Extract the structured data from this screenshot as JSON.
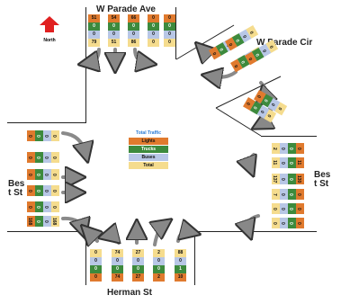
{
  "streets": {
    "north": "W Parade Ave",
    "northeast": "W Parade Cir",
    "east": "Best St",
    "west": "Best St",
    "south": "Herman St"
  },
  "north_label": "North",
  "legend": {
    "title": "Total Traffic",
    "items": [
      {
        "label": "Lights",
        "color": "#e07a2e"
      },
      {
        "label": "Trucks",
        "color": "#3d8a3d"
      },
      {
        "label": "Buses",
        "color": "#b8c7e6"
      },
      {
        "label": "Total",
        "color": "#f5dc8e"
      }
    ]
  },
  "approaches": {
    "north": [
      {
        "lights": "51",
        "trucks": "0",
        "buses": "0",
        "total": "79"
      },
      {
        "lights": "54",
        "trucks": "0",
        "buses": "0",
        "total": "51"
      },
      {
        "lights": "66",
        "trucks": "0",
        "buses": "0",
        "total": "86"
      },
      {
        "lights": "0",
        "trucks": "0",
        "buses": "0",
        "total": "0"
      },
      {
        "lights": "0",
        "trucks": "0",
        "buses": "0",
        "total": "0"
      }
    ],
    "south": [
      {
        "lights": "0",
        "trucks": "0",
        "buses": "0",
        "total": "0"
      },
      {
        "lights": "74",
        "trucks": "0",
        "buses": "0",
        "total": "74"
      },
      {
        "lights": "27",
        "trucks": "0",
        "buses": "0",
        "total": "27"
      },
      {
        "lights": "2",
        "trucks": "0",
        "buses": "0",
        "total": "2"
      },
      {
        "lights": "10",
        "trucks": "1",
        "buses": "0",
        "total": "88"
      }
    ],
    "west": [
      {
        "lights": "0",
        "trucks": "0",
        "buses": "0",
        "total": "0"
      },
      {
        "lights": "0",
        "trucks": "0",
        "buses": "0",
        "total": "0"
      },
      {
        "lights": "0",
        "trucks": "0",
        "buses": "0",
        "total": "0"
      },
      {
        "lights": "0",
        "trucks": "0",
        "buses": "0",
        "total": "0"
      },
      {
        "lights": "0",
        "trucks": "0",
        "buses": "0",
        "total": "0"
      },
      {
        "lights": "168",
        "trucks": "0",
        "buses": "0",
        "total": "168"
      },
      {
        "lights": "130",
        "trucks": "0",
        "buses": "0",
        "total": "130"
      }
    ],
    "east": [
      {
        "lights": "0",
        "trucks": "0",
        "buses": "0",
        "total": "2"
      },
      {
        "lights": "11",
        "trucks": "0",
        "buses": "0",
        "total": "11"
      },
      {
        "lights": "130",
        "trucks": "0",
        "buses": "0",
        "total": "137"
      },
      {
        "lights": "0",
        "trucks": "0",
        "buses": "0",
        "total": "7"
      },
      {
        "lights": "0",
        "trucks": "0",
        "buses": "0",
        "total": "0"
      },
      {
        "lights": "0",
        "trucks": "0",
        "buses": "0",
        "total": "0"
      }
    ],
    "northeast": [
      {
        "lights": "0",
        "trucks": "0",
        "buses": "0",
        "total": "0"
      },
      {
        "lights": "0",
        "trucks": "0",
        "buses": "0",
        "total": "0"
      },
      {
        "lights": "0",
        "trucks": "0",
        "buses": "0",
        "total": "0"
      },
      {
        "lights": "0",
        "trucks": "0",
        "buses": "0",
        "total": "0"
      },
      {
        "lights": "0",
        "trucks": "0",
        "buses": "0",
        "total": "0"
      },
      {
        "lights": "0",
        "trucks": "0",
        "buses": "0",
        "total": "0"
      }
    ]
  }
}
